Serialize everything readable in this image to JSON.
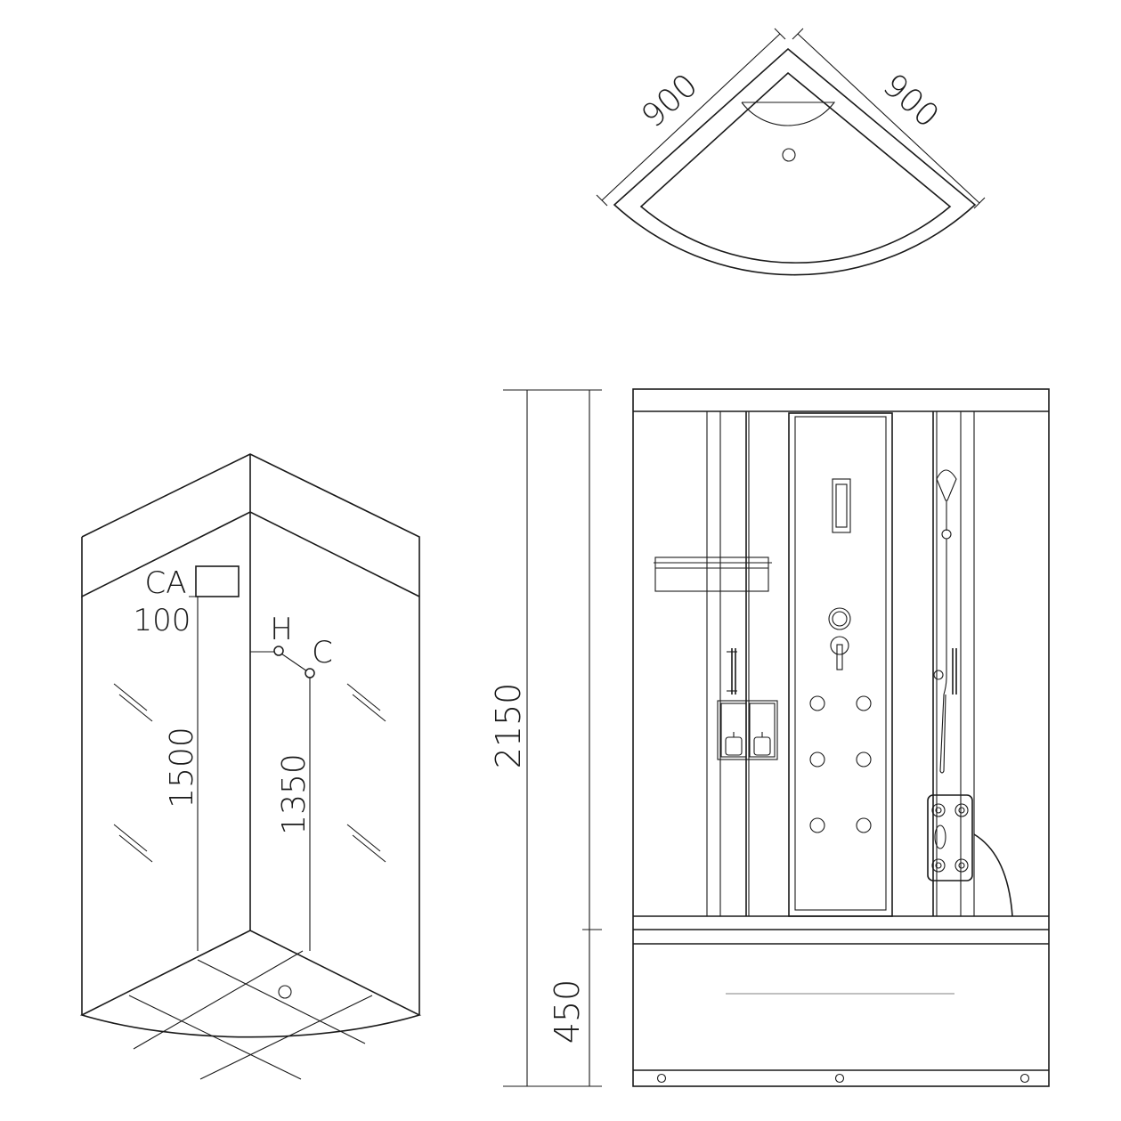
{
  "top_view": {
    "side_a_label": "900",
    "side_b_label": "900"
  },
  "perspective_view": {
    "ca_label": "CA",
    "ca_height_label": "100",
    "hot_label": "H",
    "cold_label": "C",
    "height_1500_label": "1500",
    "height_1350_label": "1350"
  },
  "front_view": {
    "total_height_label": "2150",
    "tray_height_label": "450"
  },
  "colors": {
    "line": "#1a1a1a",
    "background": "#ffffff"
  }
}
